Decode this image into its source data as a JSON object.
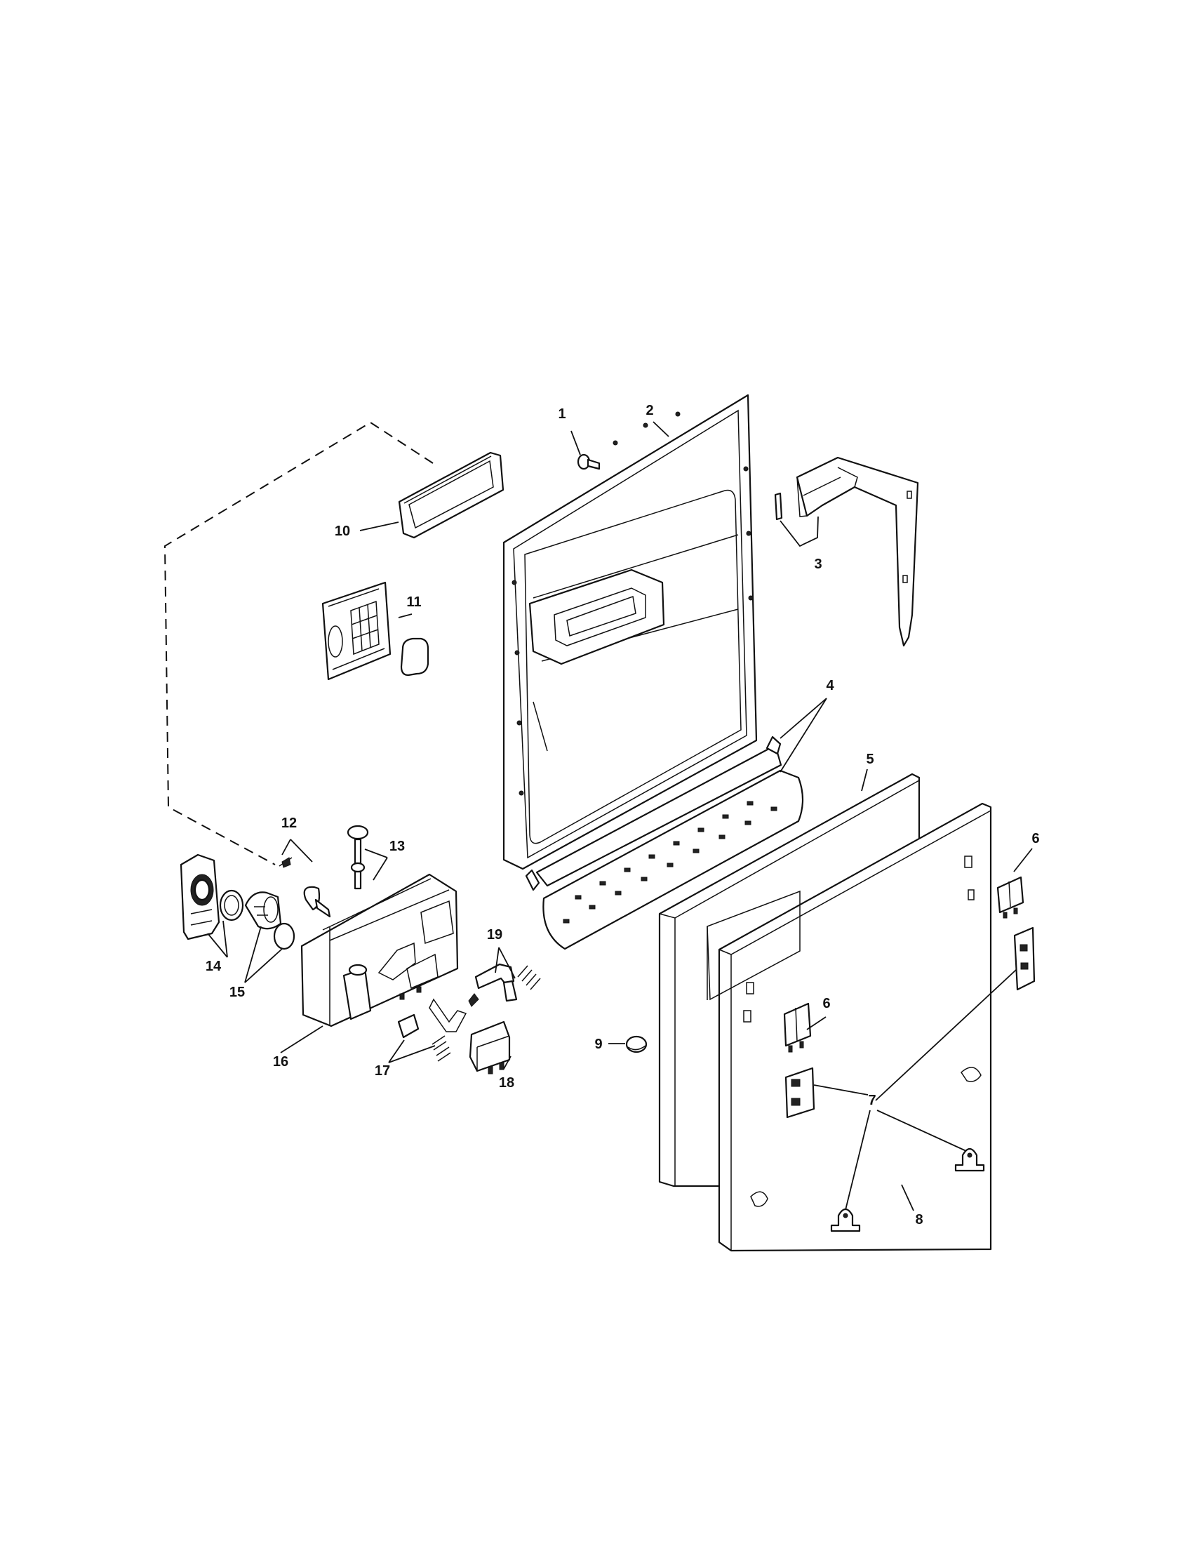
{
  "callouts": [
    {
      "id": "1",
      "text": "1"
    },
    {
      "id": "2",
      "text": "2"
    },
    {
      "id": "3",
      "text": "3"
    },
    {
      "id": "4",
      "text": "4"
    },
    {
      "id": "5",
      "text": "5"
    },
    {
      "id": "6a",
      "text": "6"
    },
    {
      "id": "6b",
      "text": "6"
    },
    {
      "id": "7",
      "text": "7"
    },
    {
      "id": "8",
      "text": "8"
    },
    {
      "id": "9",
      "text": "9"
    },
    {
      "id": "10",
      "text": "10"
    },
    {
      "id": "11",
      "text": "11"
    },
    {
      "id": "12",
      "text": "12"
    },
    {
      "id": "13",
      "text": "13"
    },
    {
      "id": "14",
      "text": "14"
    },
    {
      "id": "15",
      "text": "15"
    },
    {
      "id": "16",
      "text": "16"
    },
    {
      "id": "17",
      "text": "17"
    },
    {
      "id": "18",
      "text": "18"
    },
    {
      "id": "19",
      "text": "19"
    }
  ]
}
